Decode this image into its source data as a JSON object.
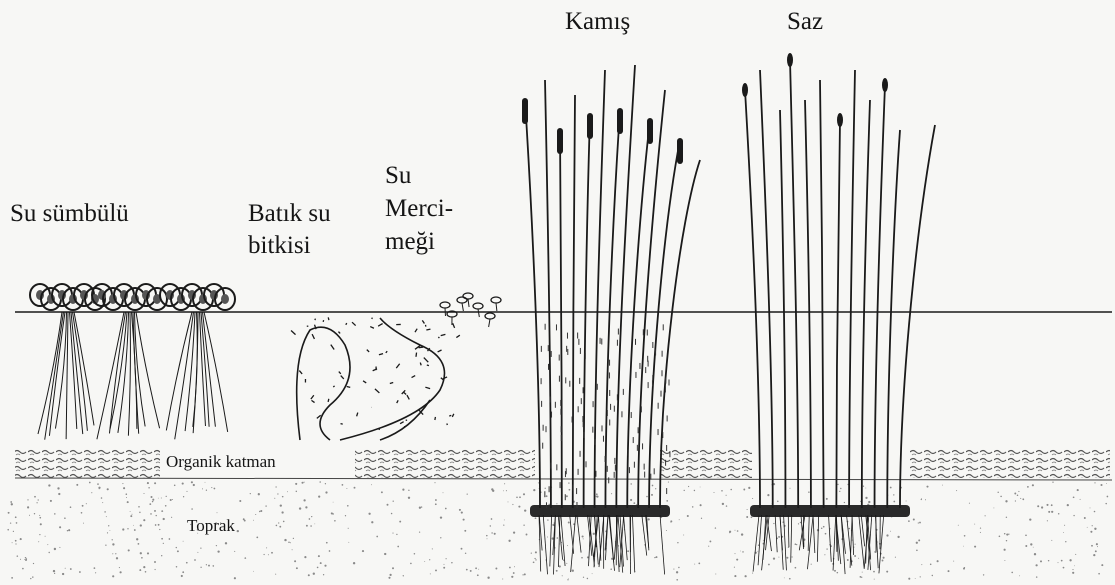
{
  "labels": {
    "su_sumbulu": "Su sümbülü",
    "batik_su_line1": "Batık su",
    "batik_su_line2": "bitkisi",
    "su_mercimegi_line1": "Su",
    "su_mercimegi_line2": "Merci-",
    "su_mercimegi_line3": "meği",
    "kamis": "Kamış",
    "saz": "Saz",
    "organik_katman": "Organik katman",
    "toprak": "Toprak"
  },
  "colors": {
    "ink": "#1a1a1a",
    "background": "#f7f7f5",
    "speckle": "#8a8a8a"
  }
}
